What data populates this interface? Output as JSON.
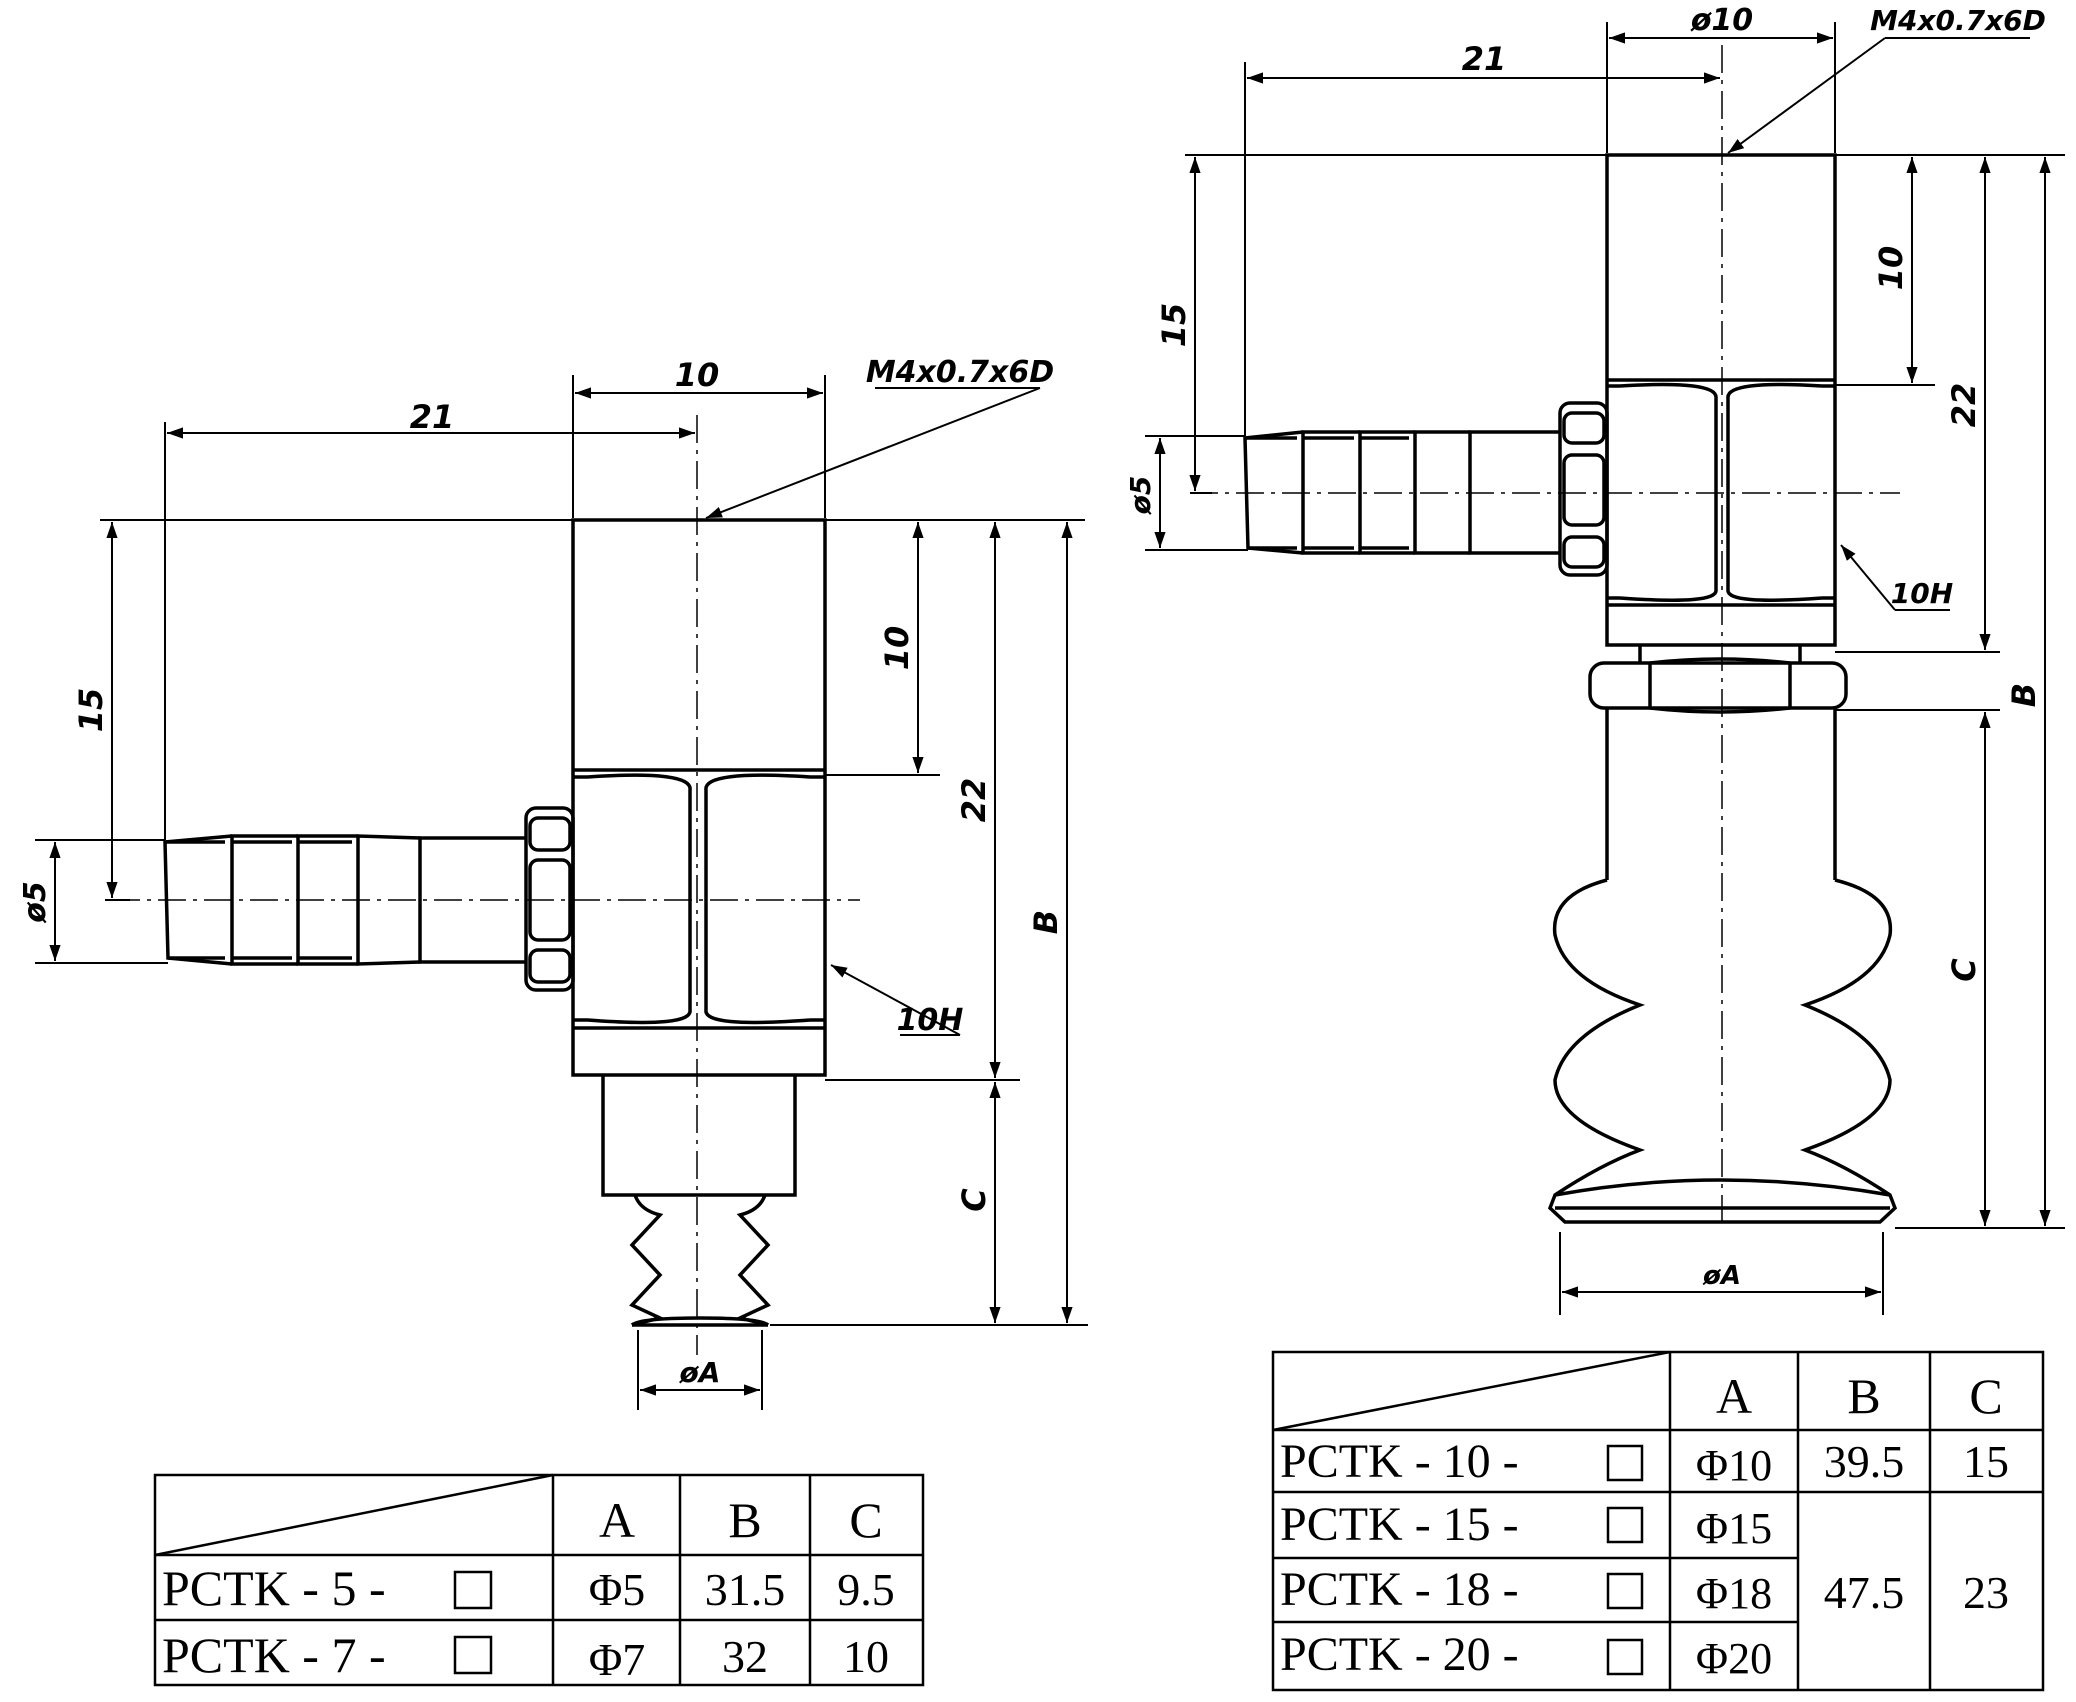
{
  "left_view": {
    "dims": {
      "width_21": "21",
      "width_10": "10",
      "thread": "M4x0.7x6D",
      "height_15": "15",
      "height_10": "10",
      "height_22": "22",
      "dim_B": "B",
      "dim_C": "C",
      "dia_5": "ø5",
      "hex_10H": "10H",
      "dia_A": "øA"
    },
    "table": {
      "headers": [
        "A",
        "B",
        "C"
      ],
      "rows": [
        {
          "model": "PCTK - 5 - ",
          "a": "Φ5",
          "b": "31.5",
          "c": "9.5"
        },
        {
          "model": "PCTK - 7 - ",
          "a": "Φ7",
          "b": "32",
          "c": "10"
        }
      ]
    }
  },
  "right_view": {
    "dims": {
      "dia_10": "ø10",
      "thread": "M4x0.7x6D",
      "width_21": "21",
      "height_15": "15",
      "height_10": "10",
      "height_22": "22",
      "dim_B": "B",
      "dim_C": "C",
      "dia_5": "ø5",
      "hex_10H": "10H",
      "dia_A": "øA"
    },
    "table": {
      "headers": [
        "A",
        "B",
        "C"
      ],
      "rows": [
        {
          "model": "PCTK - 10 - ",
          "a": "Φ10",
          "b": "39.5",
          "c": "15"
        },
        {
          "model": "PCTK - 15 - ",
          "a": "Φ15"
        },
        {
          "model": "PCTK - 18 - ",
          "a": "Φ18"
        },
        {
          "model": "PCTK - 20 - ",
          "a": "Φ20"
        }
      ],
      "merged_b": "47.5",
      "merged_c": "23"
    }
  }
}
